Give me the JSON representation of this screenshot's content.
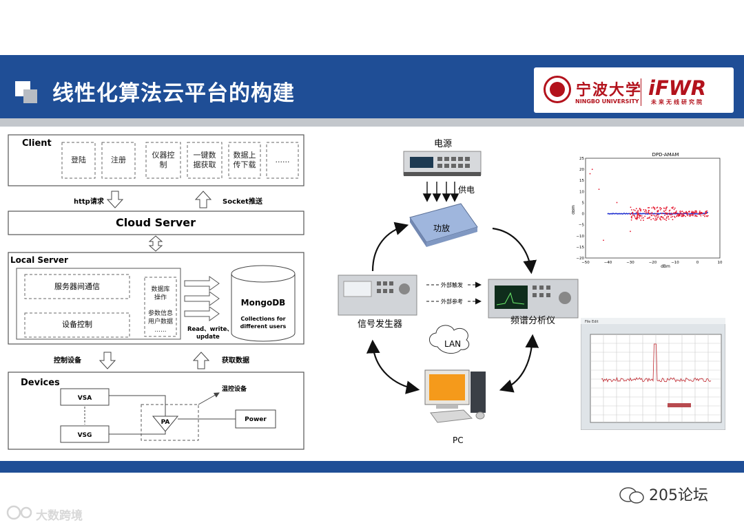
{
  "title": "线性化算法云平台的构建",
  "logo": {
    "nbu_cn": "宁波大学",
    "nbu_en": "NINGBO UNIVERSITY",
    "ifwr": "iFWR",
    "ifwr_sub": "未来无线研究院"
  },
  "arch": {
    "client_label": "Client",
    "client_items": [
      "登陆",
      "注册",
      "仪器控",
      "制",
      "一键数",
      "据获取",
      "数据上",
      "传下载",
      "......"
    ],
    "http_req": "http请求",
    "socket_push": "Socket推送",
    "cloud_server": "Cloud Server",
    "local_server": "Local Server",
    "svc_comm": "服务器间通信",
    "dev_ctrl": "设备控制",
    "db_ops": [
      "数据库",
      "操作",
      "参数信息",
      "用户数据",
      "......"
    ],
    "mongo_title": "MongoDB",
    "mongo_sub1": "Collections for",
    "mongo_sub2": "different users",
    "rw1": "Read、write、",
    "rw2": "update",
    "ctrl_dev": "控制设备",
    "get_data": "获取数据",
    "devices": "Devices",
    "vsa": "VSA",
    "vsg": "VSG",
    "pa": "PA",
    "power": "Power",
    "temp_ctrl": "温控设备"
  },
  "testbed": {
    "power_supply": "电源",
    "supply_label": "供电",
    "amplifier": "功放",
    "sig_gen": "信号发生器",
    "spectrum": "频谱分析仪",
    "ext_trigger": "外部触发",
    "ext_ref": "外部参考",
    "lan": "LAN",
    "pc": "PC"
  },
  "chart_data": {
    "type": "scatter",
    "title": "DPD-AMAM",
    "xlabel": "dBm",
    "ylabel": "dBm",
    "xlim": [
      -50,
      10
    ],
    "ylim": [
      -20,
      25
    ],
    "xticks": [
      "−50",
      "−40",
      "−30",
      "−20",
      "−10",
      "0",
      "10"
    ],
    "yticks": [
      "25",
      "20",
      "15",
      "10",
      "5",
      "0",
      "−5",
      "−10",
      "−15",
      "−20"
    ],
    "colors": {
      "series_a": "#1f2fd0",
      "series_b": "#e3162c"
    }
  },
  "spectrum_screen": {
    "menu_label": "File  Edit"
  },
  "watermark_right": "205论坛",
  "watermark_left": "大数跨境"
}
